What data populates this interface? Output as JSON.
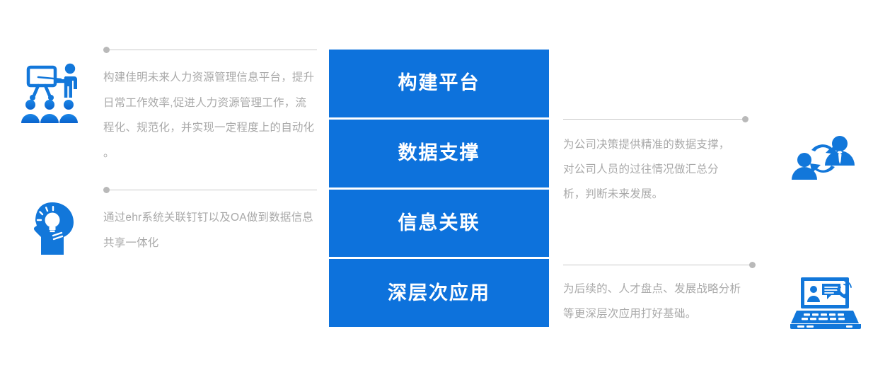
{
  "theme": {
    "background": "#ffffff",
    "accent_blue": "#0d72dc",
    "icon_blue": "#1277da",
    "icon_blue_dark": "#0a5fc4",
    "body_text": "#a9a9a9",
    "bar_text": "#ffffff",
    "line_gray": "#c9c9c9",
    "dot_gray": "#b9b9b9"
  },
  "bars": [
    {
      "label": "构建平台",
      "name": "bar-build-platform"
    },
    {
      "label": "数据支撑",
      "name": "bar-data-support"
    },
    {
      "label": "信息关联",
      "name": "bar-information-link"
    },
    {
      "label": "深层次应用",
      "name": "bar-deep-application"
    }
  ],
  "left_items": [
    {
      "icon": "presentation-training-icon",
      "text": "构建佳明未来人力资源管理信息平台，提升日常工作效率,促进人力资源管理工作，流程化、规范化，并实现一定程度上的自动化 。"
    },
    {
      "icon": "head-lightbulb-idea-icon",
      "text": "通过ehr系统关联钉钉以及OA做到数据信息共享一体化"
    }
  ],
  "right_items": [
    {
      "icon": "people-exchange-icon",
      "text": "为公司决策提供精准的数据支撑，对公司人员的过往情况做汇总分析，判断未来发展。"
    },
    {
      "icon": "laptop-communication-icon",
      "text": "为后续的、人才盘点、发展战略分析等更深层次应用打好基础。"
    }
  ]
}
